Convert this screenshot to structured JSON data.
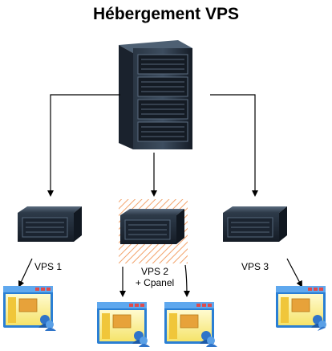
{
  "title": "Hébergement VPS",
  "nodes": {
    "vps1": {
      "label": "VPS 1"
    },
    "vps2": {
      "label_line1": "VPS 2",
      "label_line2": "+ Cpanel"
    },
    "vps3": {
      "label": "VPS 3"
    }
  },
  "colors": {
    "server_dark": "#1b2430",
    "server_mid": "#2f3d4d",
    "server_light": "#4a5b6e",
    "hatch": "#f2a36b",
    "window_frame": "#2a7fd4",
    "window_body": "#fff7b0",
    "window_title": "#3b8ee0",
    "user_blue": "#2f74c9"
  }
}
